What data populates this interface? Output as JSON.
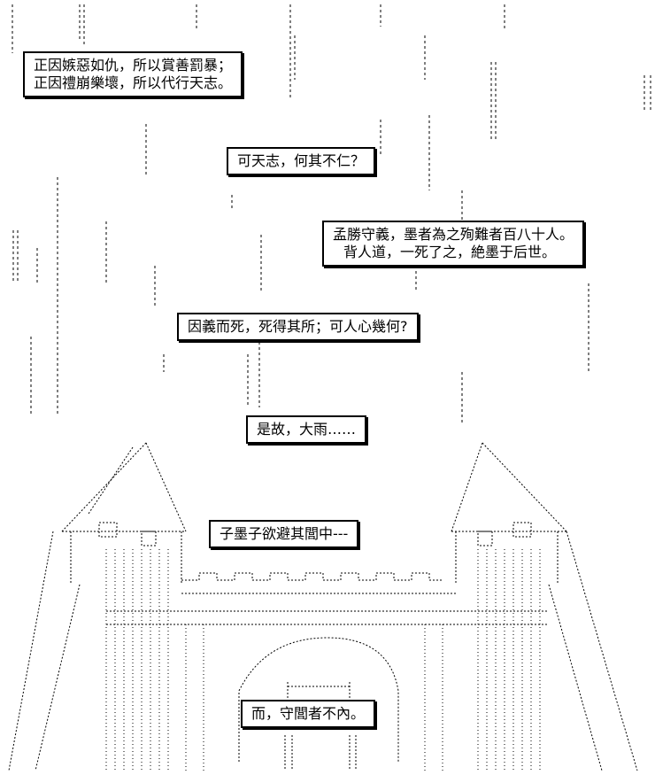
{
  "captions": [
    {
      "id": "caption-1",
      "lines": [
        "正因嫉惡如仇，所以賞善罰暴；",
        "正因禮崩樂壞，所以代行天志。"
      ]
    },
    {
      "id": "caption-2",
      "lines": [
        "可天志，何其不仁？"
      ]
    },
    {
      "id": "caption-3",
      "lines": [
        "孟勝守義，墨者為之殉難者百八十人。",
        "背人道，一死了之，絶墨于后世。"
      ]
    },
    {
      "id": "caption-4",
      "lines": [
        "因義而死，死得其所；可人心幾何?"
      ]
    },
    {
      "id": "caption-5",
      "lines": [
        "是故，大雨……"
      ]
    },
    {
      "id": "caption-6",
      "lines": [
        "子墨子欲避其閭中---"
      ]
    },
    {
      "id": "caption-7",
      "lines": [
        "而，守閭者不內。"
      ]
    }
  ]
}
